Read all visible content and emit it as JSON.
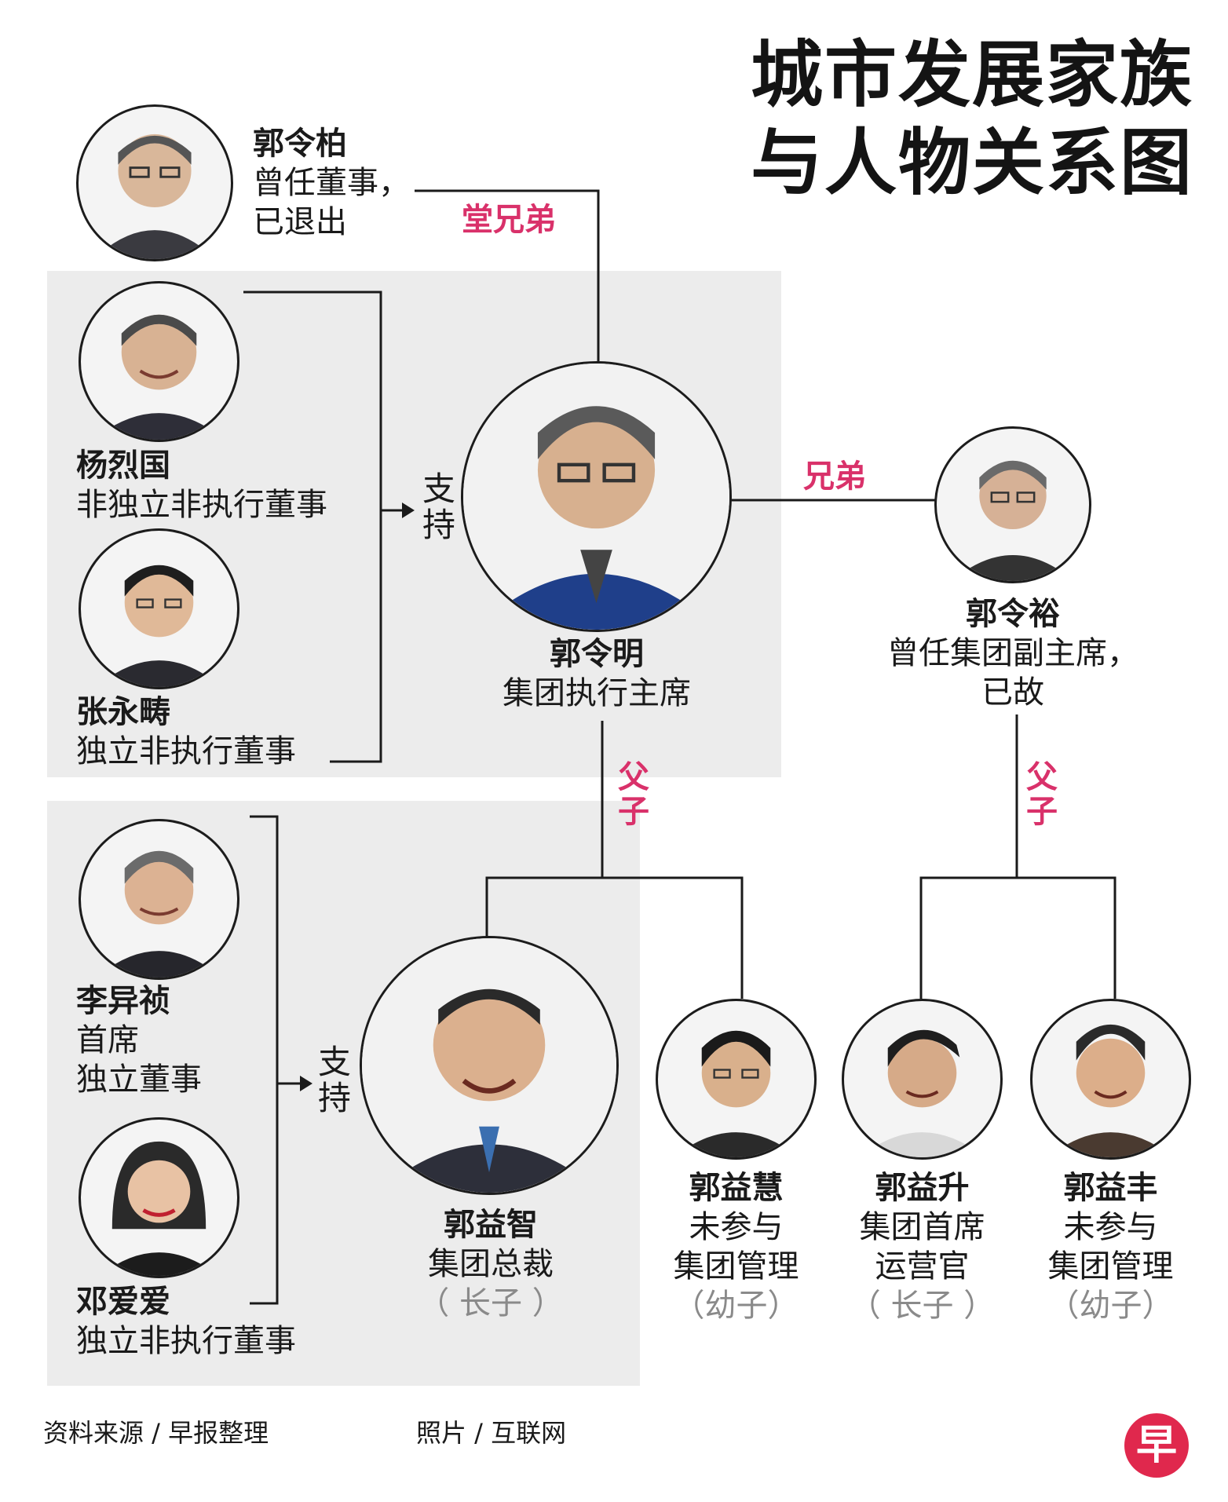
{
  "title": {
    "line1": "城市发展家族",
    "line2": "与人物关系图"
  },
  "people": {
    "kwek_leng_peck": {
      "name": "郭令柏",
      "role1": "曾任董事，",
      "role2": "已退出"
    },
    "yeo_liat_kok": {
      "name": "杨烈国",
      "role1": "非独立非执行董事"
    },
    "cheong_yoke_kum": {
      "name": "张永畴",
      "role1": "独立非执行董事"
    },
    "kwek_leng_beng": {
      "name": "郭令明",
      "role1": "集团执行主席"
    },
    "kwek_leng_joo": {
      "name": "郭令裕",
      "role1": "曾任集团副主席，",
      "role2": "已故"
    },
    "lee_yi_zhen": {
      "name": "李异祯",
      "role1": "首席",
      "role2": "独立董事"
    },
    "deng_aiai": {
      "name": "邓爱爱",
      "role1": "独立非执行董事"
    },
    "kwek_eik_sheng": {
      "name": "郭益智",
      "role1": "集团总裁",
      "note": "（ 长子 ）"
    },
    "kwek_eik_hui": {
      "name": "郭益慧",
      "role1": "未参与",
      "role2": "集团管理",
      "note": "（幼子）"
    },
    "kwek_eik_sheng_coo": {
      "name": "郭益升",
      "role1": "集团首席",
      "role2": "运营官",
      "note": "（ 长子 ）"
    },
    "kwek_eik_feng": {
      "name": "郭益丰",
      "role1": "未参与",
      "role2": "集团管理",
      "note": "（幼子）"
    }
  },
  "relations": {
    "cousins": "堂兄弟",
    "brothers": "兄弟",
    "father_son_1": [
      "父",
      "子"
    ],
    "father_son_2": [
      "父",
      "子"
    ],
    "support_1": [
      "支",
      "持"
    ],
    "support_2": [
      "支",
      "持"
    ]
  },
  "footer": {
    "source": "资料来源 / 早报整理",
    "photo": "照片 / 互联网",
    "logo": "早"
  },
  "colors": {
    "relation": "#d9316a",
    "panel": "#ececec",
    "logo": "#e0284d"
  }
}
